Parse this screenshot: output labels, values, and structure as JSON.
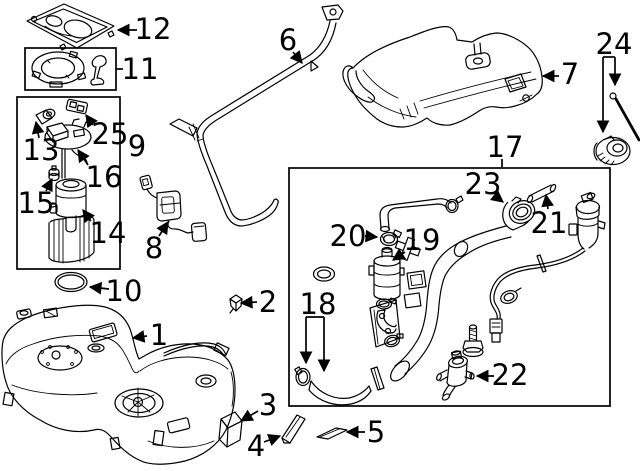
{
  "diagram": {
    "type": "parts-diagram",
    "background_color": "#ffffff",
    "line_color": "#000000",
    "labels": {
      "n1": "1",
      "n2": "2",
      "n3": "3",
      "n4": "4",
      "n5": "5",
      "n6": "6",
      "n7": "7",
      "n8": "8",
      "n9": "9",
      "n10": "10",
      "n11": "11",
      "n12": "12",
      "n13": "13",
      "n14": "14",
      "n15": "15",
      "n16": "16",
      "n17": "17",
      "n18": "18",
      "n19": "19",
      "n20": "20",
      "n21": "21",
      "n22": "22",
      "n23": "23",
      "n24": "24",
      "n25": "25"
    }
  }
}
